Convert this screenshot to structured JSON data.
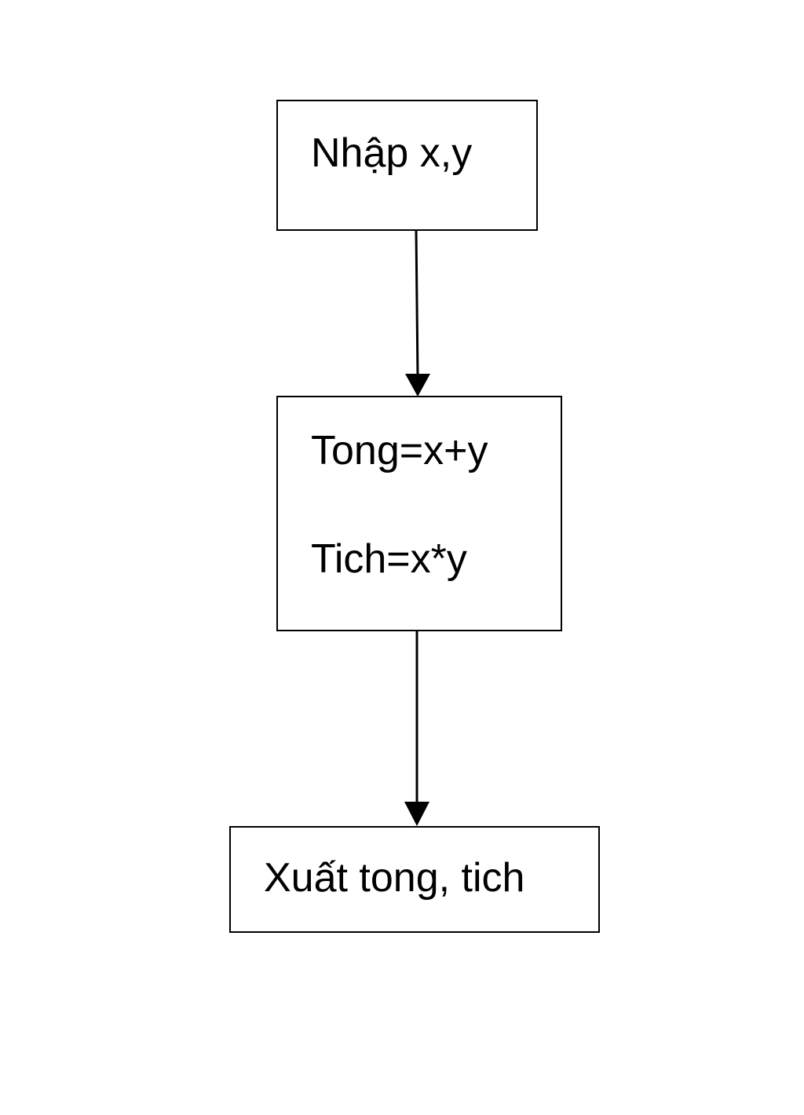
{
  "flowchart": {
    "nodes": [
      {
        "id": "input",
        "lines": [
          "Nhập x,y"
        ]
      },
      {
        "id": "process",
        "lines": [
          "Tong=x+y",
          "Tich=x*y"
        ]
      },
      {
        "id": "output",
        "lines": [
          "Xuất tong, tich"
        ]
      }
    ],
    "edges": [
      {
        "from": "input",
        "to": "process"
      },
      {
        "from": "process",
        "to": "output"
      }
    ],
    "colors": {
      "stroke": "#000000",
      "background": "#ffffff"
    }
  }
}
